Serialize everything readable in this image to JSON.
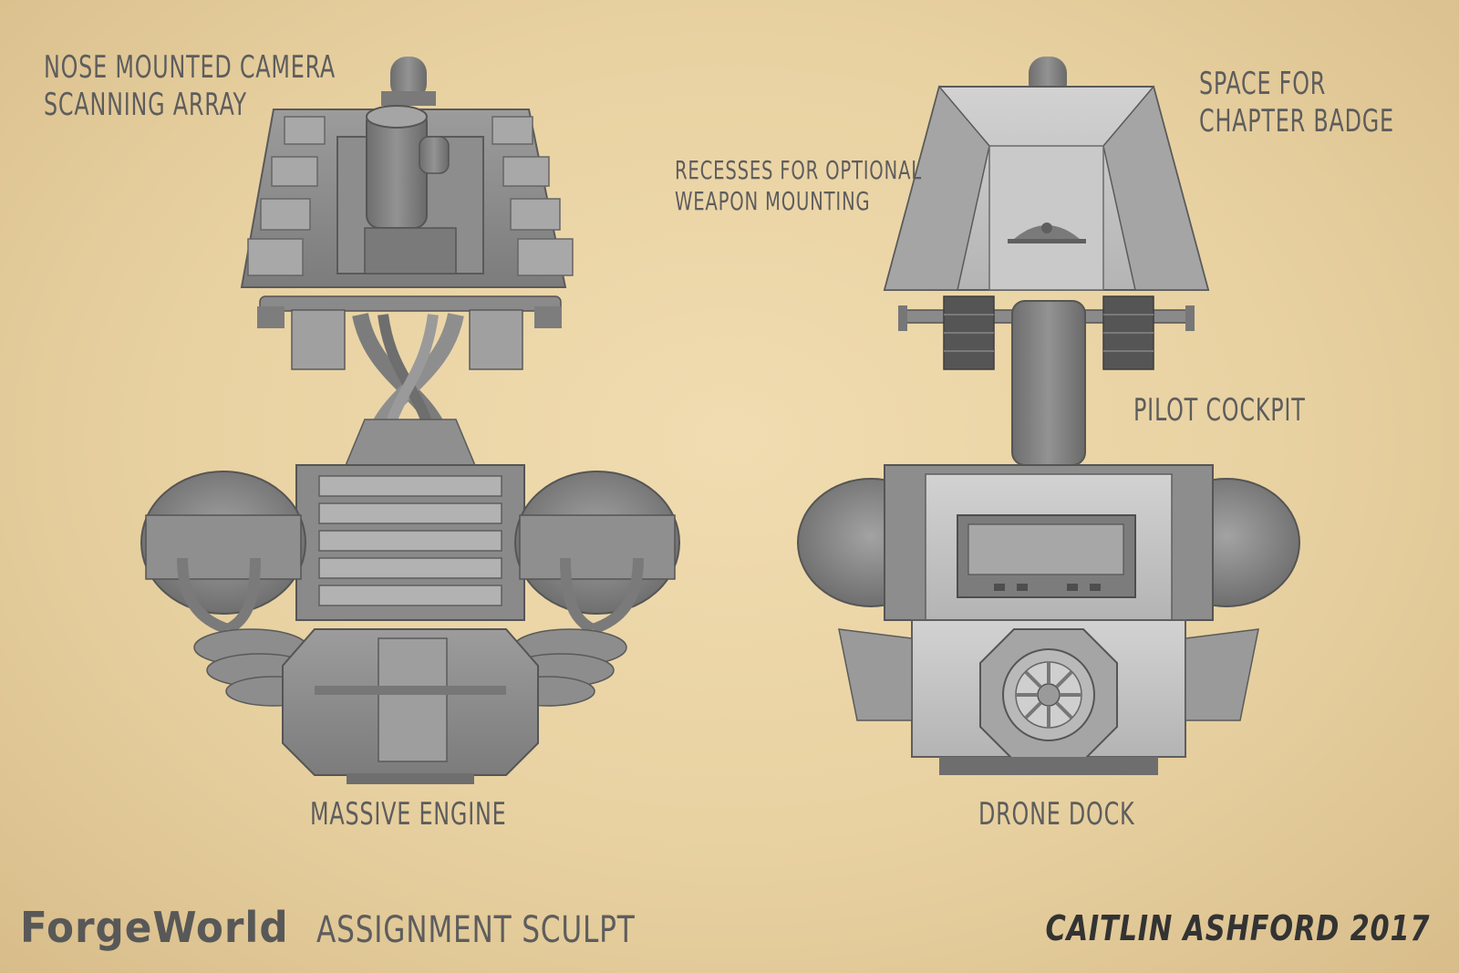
{
  "labels": {
    "nose_camera": [
      "NOSE MOUNTED CAMERA",
      "SCANNING ARRAY"
    ],
    "recesses": [
      "RECESSES FOR OPTIONAL",
      "WEAPON MOUNTING"
    ],
    "chapter_badge": [
      "SPACE FOR",
      "CHAPTER BADGE"
    ],
    "pilot_cockpit": "PILOT COCKPIT",
    "massive_engine": "MASSIVE ENGINE",
    "drone_dock": "DRONE DOCK"
  },
  "footer": {
    "brand_logo": "ForgeWorld",
    "brand_subtitle": "ASSIGNMENT SCULPT",
    "credit": "CAITLIN ASHFORD 2017"
  },
  "colors": {
    "background": "#e8d1a1",
    "label_text": "#5d5d5d",
    "model_grey": "#8a8a8a",
    "model_light": "#c4c4c4"
  }
}
